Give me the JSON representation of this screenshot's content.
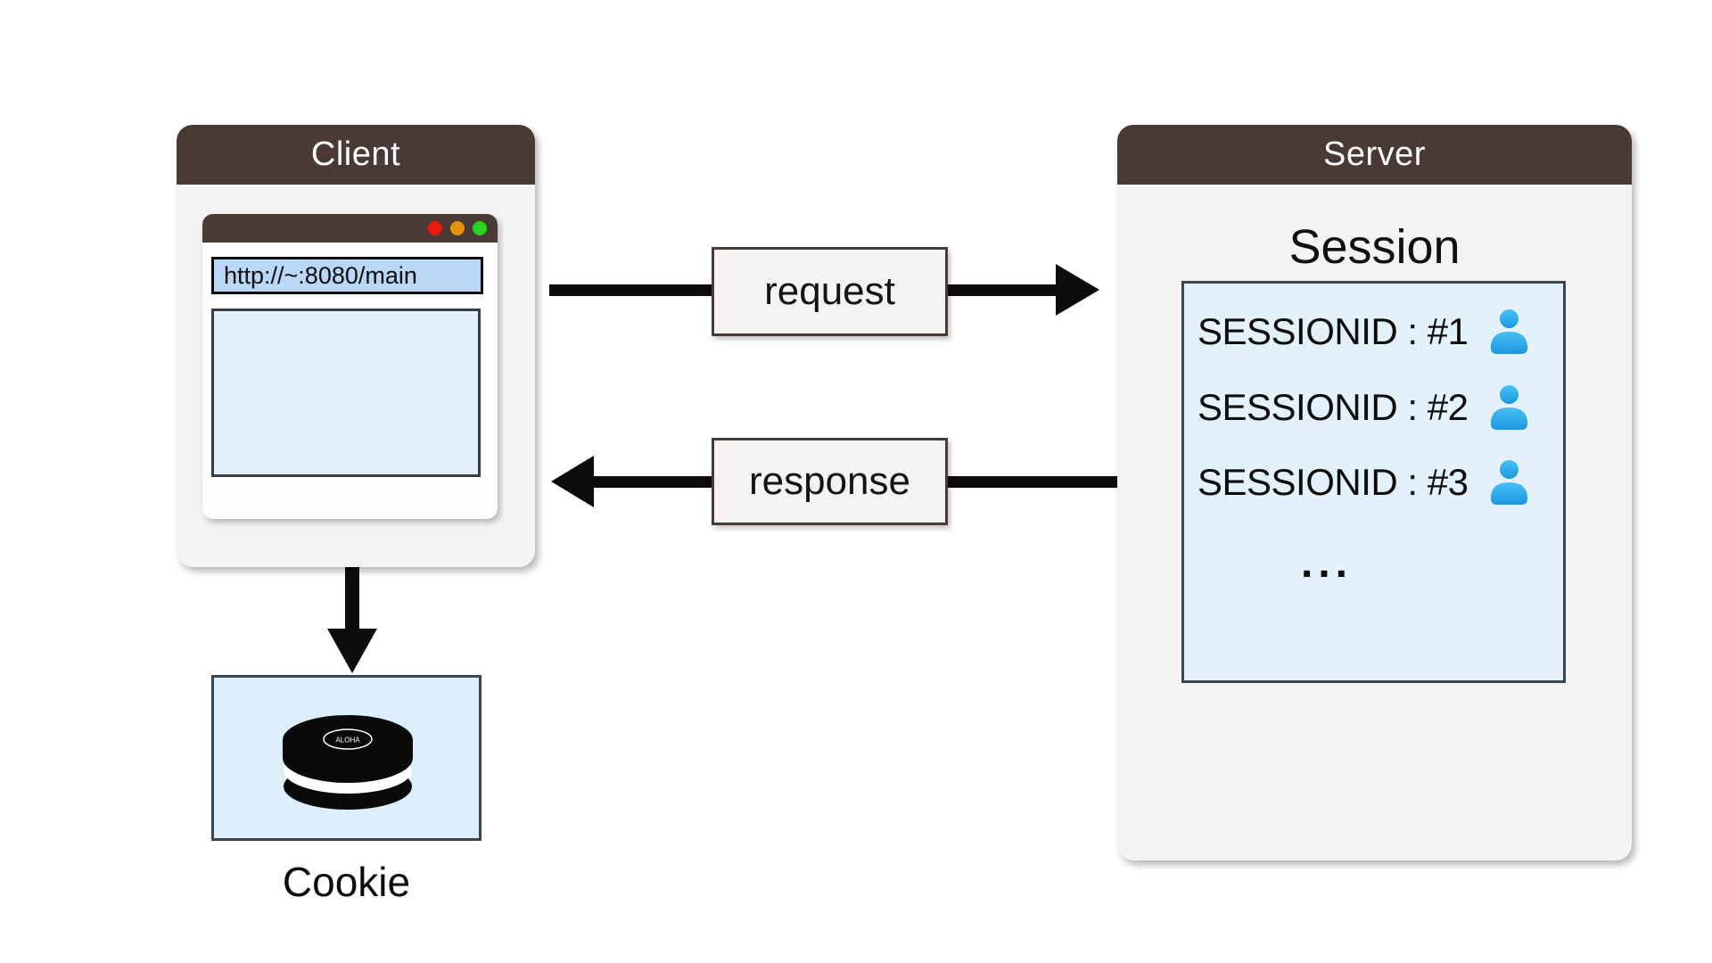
{
  "canvas": {
    "background": "#ffffff"
  },
  "colors": {
    "header_brown": "#493a36",
    "panel_gray": "#f4f3f2",
    "light_blue_fill": "#e3f1fb",
    "url_bar_blue": "#b9d8f7",
    "dark_border": "#37474f",
    "arrow_black": "#0d0d0d",
    "traffic_red": "#e8170f",
    "traffic_yellow": "#e2920b",
    "traffic_green": "#25d31f",
    "person_blue_top": "#47c1f5",
    "person_blue_bottom": "#1e96e0"
  },
  "client": {
    "title": "Client",
    "browser": {
      "url": "http://~:8080/main"
    }
  },
  "flow": {
    "request_label": "request",
    "response_label": "response"
  },
  "server": {
    "title": "Server",
    "session_title": "Session",
    "sessions": [
      "SESSIONID : #1",
      "SESSIONID : #2",
      "SESSIONID : #3"
    ],
    "ellipsis": "..."
  },
  "cookie": {
    "label": "Cookie",
    "brand_text": "ALOHA"
  }
}
